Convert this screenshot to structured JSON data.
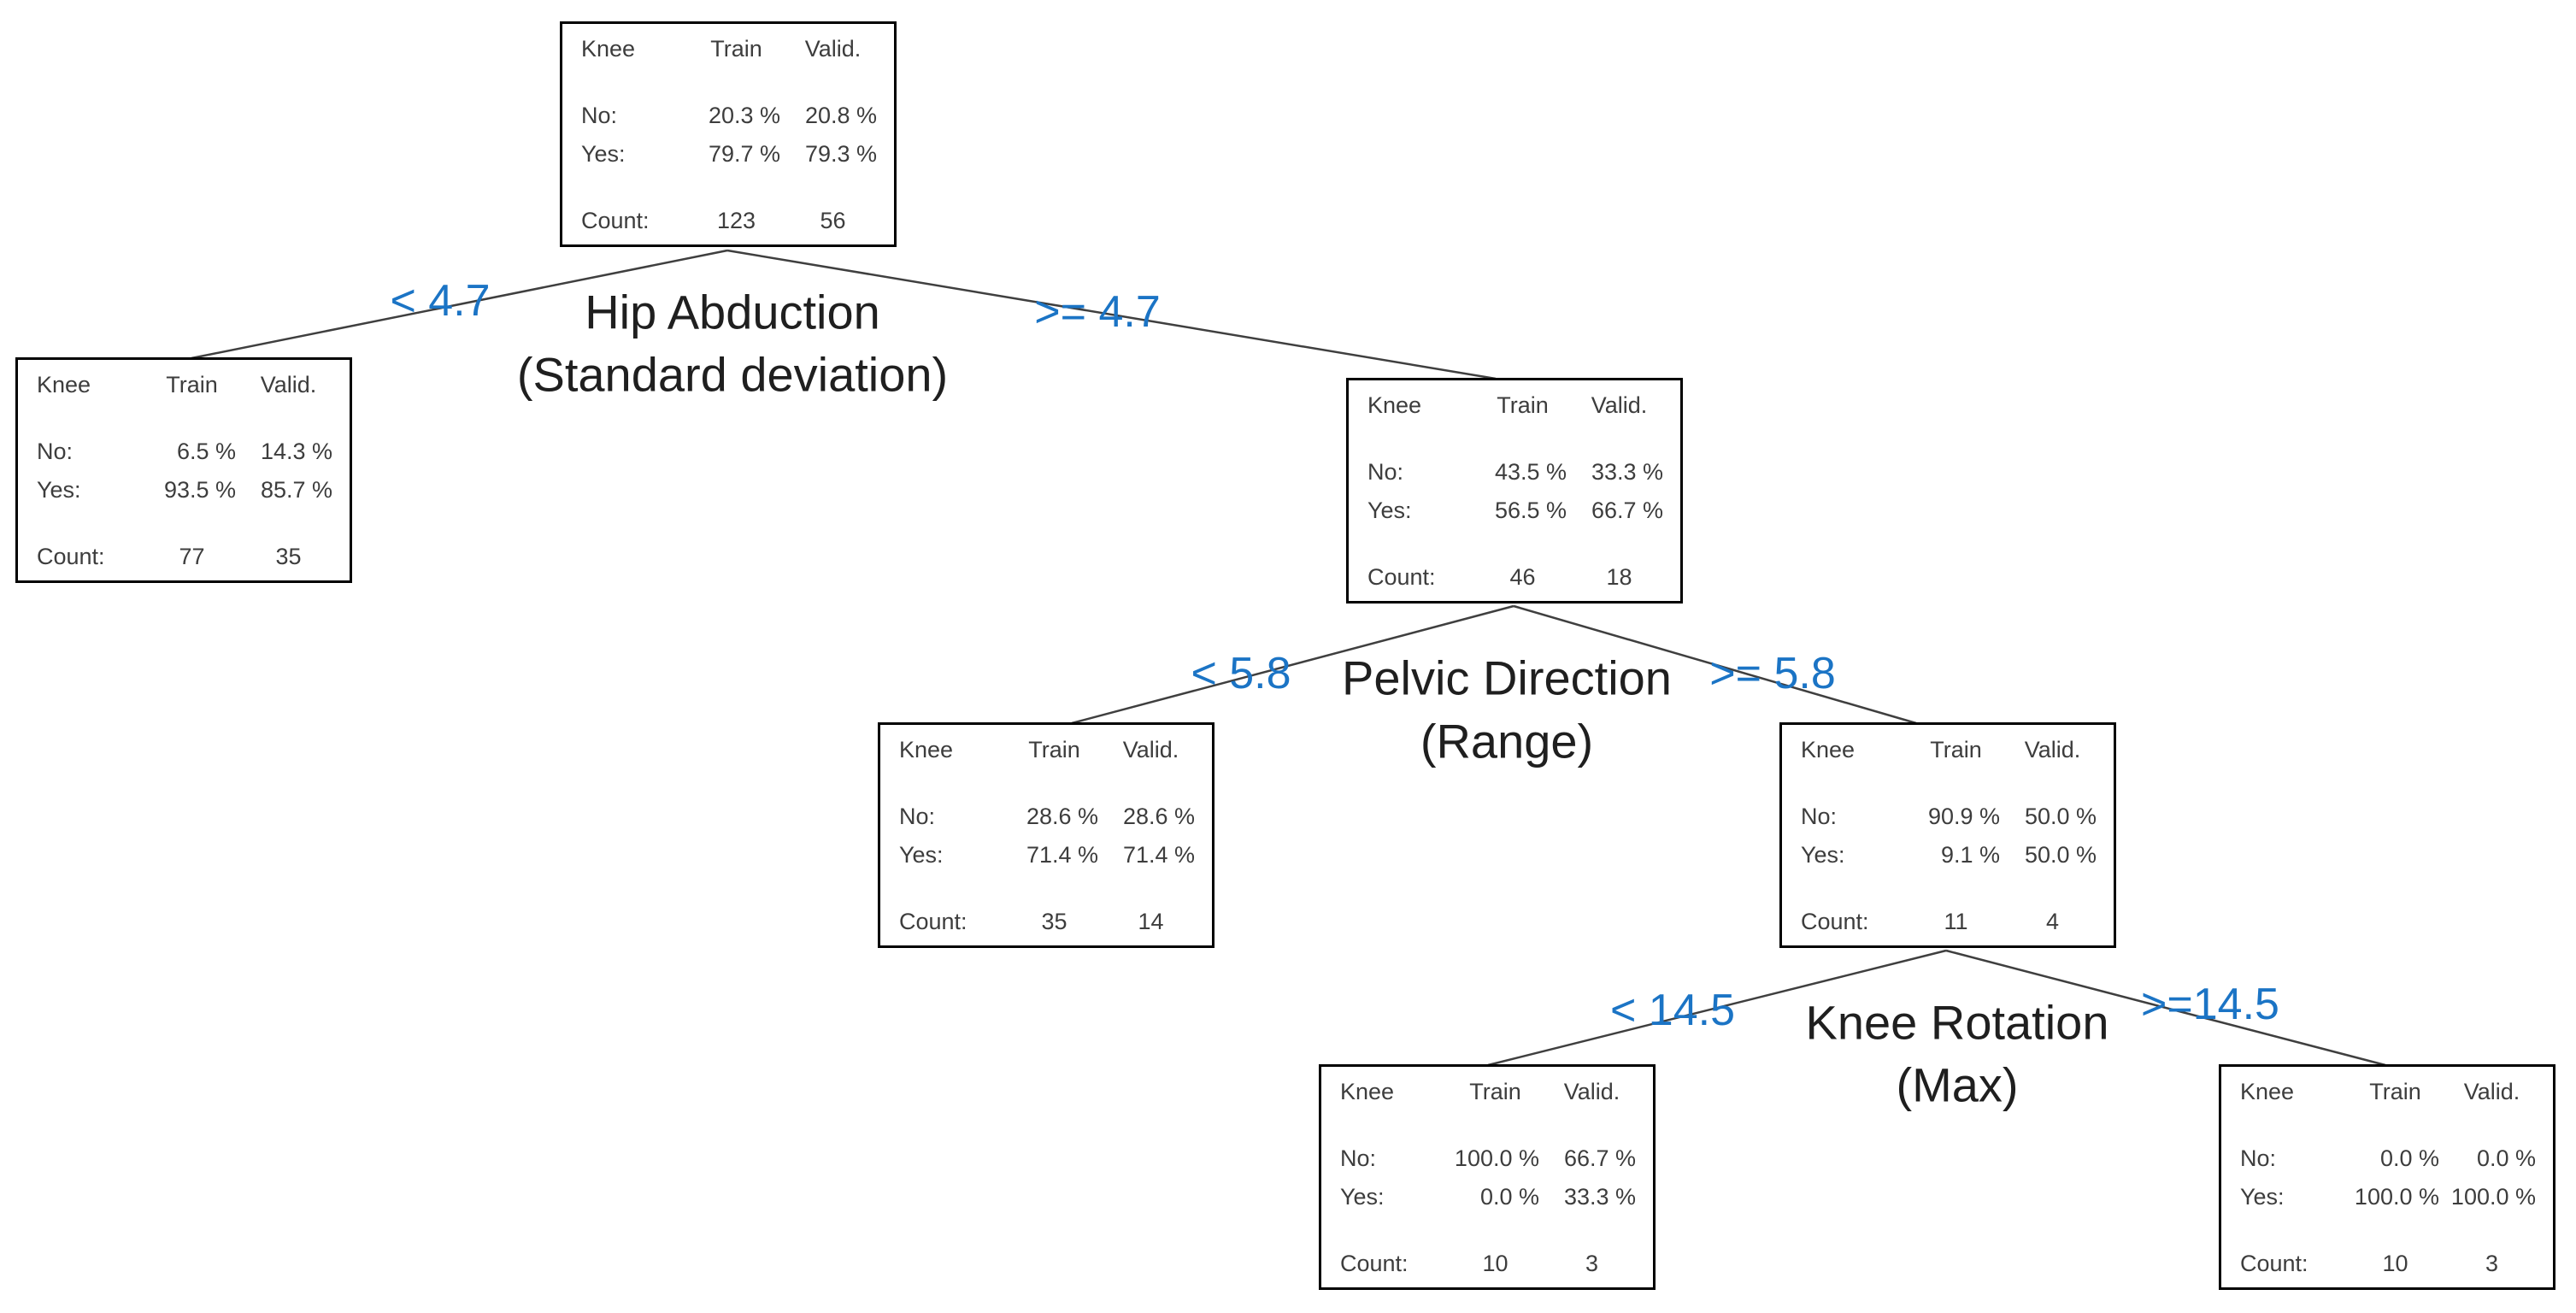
{
  "colors": {
    "condition_blue": "#1b74c5",
    "box_border": "#000000",
    "node_text": "#3d3d3d",
    "connector_line": "#3f3f3f"
  },
  "nodes": {
    "root": {
      "header": [
        "Knee",
        "Train",
        "Valid."
      ],
      "rows": [
        [
          "No:",
          "20.3 %",
          "20.8 %"
        ],
        [
          "Yes:",
          "79.7 %",
          "79.3 %"
        ]
      ],
      "count": [
        "Count:",
        "123",
        "56"
      ]
    },
    "hip_low": {
      "header": [
        "Knee",
        "Train",
        "Valid."
      ],
      "rows": [
        [
          "No:",
          "6.5 %",
          "14.3 %"
        ],
        [
          "Yes:",
          "93.5 %",
          "85.7 %"
        ]
      ],
      "count": [
        "Count:",
        "77",
        "35"
      ]
    },
    "hip_high": {
      "header": [
        "Knee",
        "Train",
        "Valid."
      ],
      "rows": [
        [
          "No:",
          "43.5 %",
          "33.3 %"
        ],
        [
          "Yes:",
          "56.5 %",
          "66.7 %"
        ]
      ],
      "count": [
        "Count:",
        "46",
        "18"
      ]
    },
    "pelvic_low": {
      "header": [
        "Knee",
        "Train",
        "Valid."
      ],
      "rows": [
        [
          "No:",
          "28.6 %",
          "28.6 %"
        ],
        [
          "Yes:",
          "71.4 %",
          "71.4 %"
        ]
      ],
      "count": [
        "Count:",
        "35",
        "14"
      ]
    },
    "pelvic_high": {
      "header": [
        "Knee",
        "Train",
        "Valid."
      ],
      "rows": [
        [
          "No:",
          "90.9 %",
          "50.0 %"
        ],
        [
          "Yes:",
          "9.1 %",
          "50.0 %"
        ]
      ],
      "count": [
        "Count:",
        "11",
        "4"
      ]
    },
    "knee_rot_low": {
      "header": [
        "Knee",
        "Train",
        "Valid."
      ],
      "rows": [
        [
          "No:",
          "100.0 %",
          "66.7 %"
        ],
        [
          "Yes:",
          "0.0 %",
          "33.3 %"
        ]
      ],
      "count": [
        "Count:",
        "10",
        "3"
      ]
    },
    "knee_rot_high": {
      "header": [
        "Knee",
        "Train",
        "Valid."
      ],
      "rows": [
        [
          "No:",
          "0.0 %",
          "0.0 %"
        ],
        [
          "Yes:",
          "100.0 %",
          "100.0 %"
        ]
      ],
      "count": [
        "Count:",
        "10",
        "3"
      ]
    }
  },
  "splits": {
    "hip_abduction": {
      "left_condition": "< 4.7",
      "name": "Hip Abduction",
      "detail": "(Standard deviation)",
      "right_condition": ">= 4.7"
    },
    "pelvic_direction": {
      "left_condition": "< 5.8",
      "name": "Pelvic Direction",
      "detail": "(Range)",
      "right_condition": ">= 5.8"
    },
    "knee_rotation": {
      "left_condition": "< 14.5",
      "name": "Knee Rotation",
      "detail": "(Max)",
      "right_condition": ">=14.5"
    }
  }
}
